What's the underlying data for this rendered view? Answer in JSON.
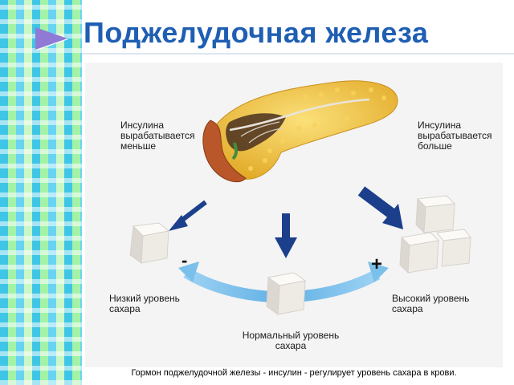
{
  "title": "Поджелудочная железа",
  "labels": {
    "insulin_less": "Инсулина\nвырабатывается\nменьше",
    "insulin_more": "Инсулина\nвырабатывается\nбольше",
    "low_sugar": "Низкий уровень\nсахара",
    "high_sugar": "Высокий уровень\nсахара",
    "normal_sugar": "Нормальный уровень\nсахара",
    "minus": "-",
    "plus": "+"
  },
  "caption": "Гормон поджелудочной железы - инсулин - регулирует  уровень сахара в крови.",
  "colors": {
    "title": "#1f5fb3",
    "pancreas": "#f2c33a",
    "arrow_dark": "#1c3f8c",
    "arrow_light": "#7bc0ea",
    "sugar_cube": "#f2f0ec"
  }
}
